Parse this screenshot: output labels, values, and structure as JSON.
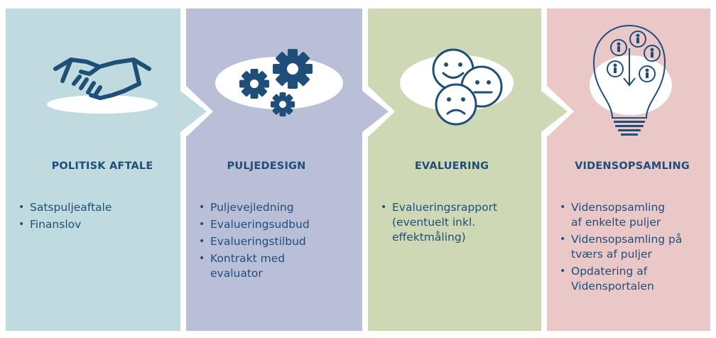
{
  "colors": {
    "panel_1": "#c0dbe0",
    "panel_2": "#b9bfd7",
    "panel_3": "#cfd8b4",
    "panel_4": "#ebc8c8",
    "text": "#1f4e79",
    "icon": "#1f4e79",
    "icon_backdrop": "#ffffff"
  },
  "panels": [
    {
      "icon": "handshake-icon",
      "title": "POLITISK AFTALE",
      "items": [
        "Satspuljeaftale",
        "Finanslov"
      ]
    },
    {
      "icon": "gears-icon",
      "title": "PULJEDESIGN",
      "items": [
        "Puljevejledning",
        "Evalueringsudbud",
        "Evalueringstilbud",
        "Kontrakt med evaluator"
      ]
    },
    {
      "icon": "faces-icon",
      "title": "EVALUERING",
      "items": [
        "Evalueringsrapport (eventuelt inkl. effektmåling)"
      ]
    },
    {
      "icon": "lightbulb-icon",
      "title": "VIDENSOPSAMLING",
      "items": [
        "Vidensopsamling af enkelte puljer",
        "Vidensopsamling på tværs af puljer",
        "Opdatering af Vidensportalen"
      ]
    }
  ]
}
